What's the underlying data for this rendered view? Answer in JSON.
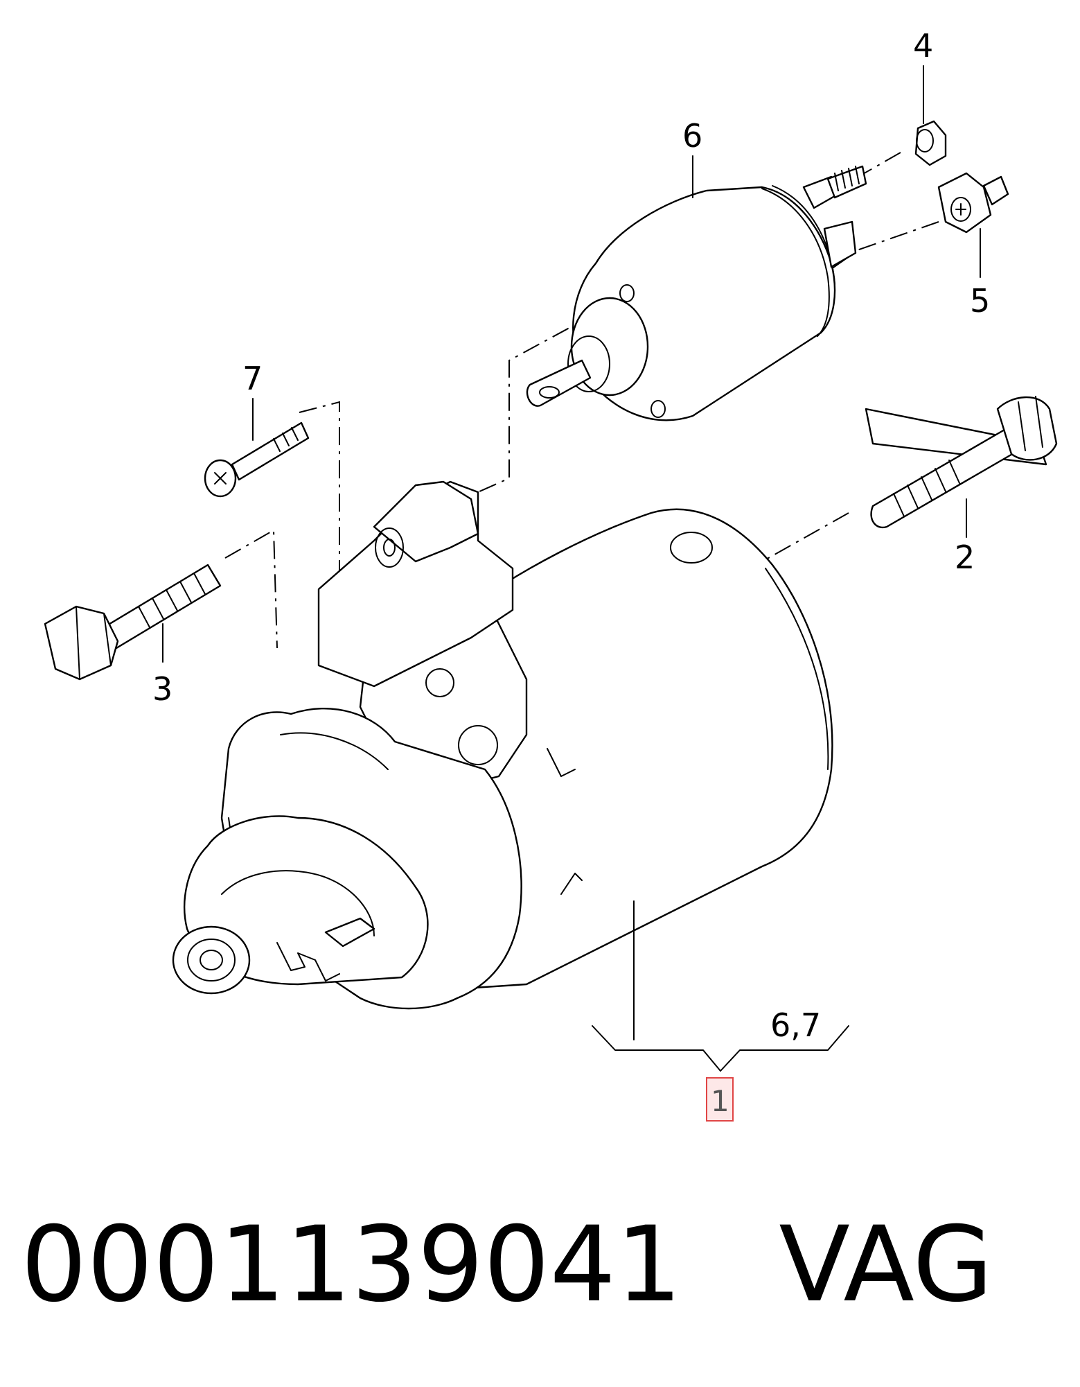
{
  "diagram": {
    "callouts": {
      "c1": "1",
      "c2": "2",
      "c3": "3",
      "c4": "4",
      "c5": "5",
      "c6": "6",
      "c7": "7",
      "c67": "6,7"
    }
  },
  "caption": {
    "part_number": "0001139041",
    "brand": "VAG"
  },
  "colors": {
    "line": "#000000",
    "highlight_border": "#e04545",
    "highlight_fill": "#fde8e8"
  }
}
